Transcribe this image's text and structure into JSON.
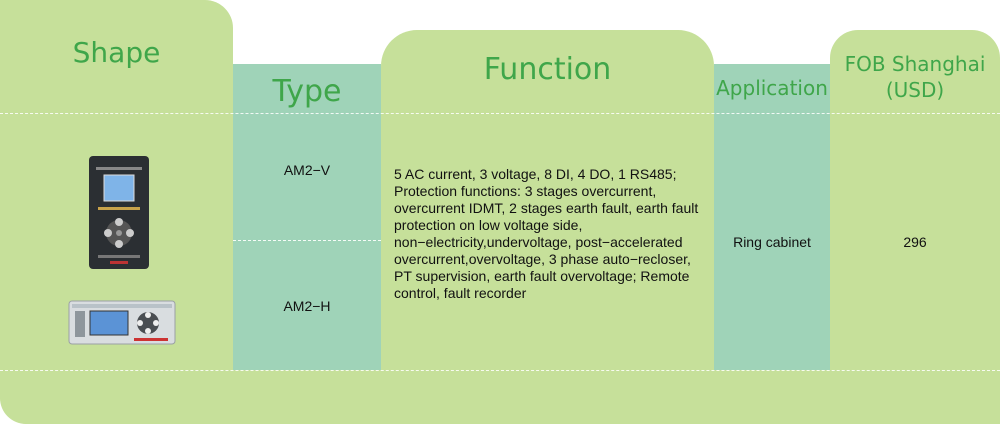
{
  "colors": {
    "light_green": "#c6e09a",
    "teal_green": "#9fd3b8",
    "header_text": "#3fa64a",
    "body_text": "#111111"
  },
  "headers": {
    "shape": "Shape",
    "type": "Type",
    "function": "Function",
    "application": "Application",
    "fob_line1": "FOB Shanghai",
    "fob_line2": "(USD)"
  },
  "rows": {
    "type_1": "AM2−V",
    "type_2": "AM2−H",
    "function": "5 AC current, 3 voltage, 8 DI, 4 DO, 1 RS485; Protection functions: 3 stages overcurrent, overcurrent IDMT, 2 stages earth fault, earth fault protection on low voltage side, non−electricity,undervoltage, post−accelerated overcurrent,overvoltage, 3 phase auto−recloser, PT supervision, earth fault overvoltage; Remote control, fault recorder",
    "application": "Ring cabinet",
    "price": "296"
  },
  "icons": {
    "device_vertical": "vertical-relay-device",
    "device_horizontal": "horizontal-relay-device"
  }
}
